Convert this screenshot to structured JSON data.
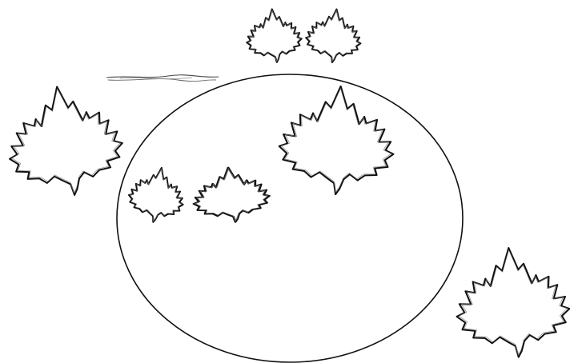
{
  "scene": {
    "background_color": "#ffffff",
    "stroke_color": "#111111",
    "ellipse": {
      "shape": "ellipse",
      "fill": "none"
    },
    "line_mark": {
      "shape": "sketchy-line"
    },
    "leaves": [
      {
        "icon": "maple-leaf-icon",
        "group": "outside-top"
      },
      {
        "icon": "maple-leaf-icon",
        "group": "outside-top"
      },
      {
        "icon": "maple-leaf-icon",
        "group": "outside-left"
      },
      {
        "icon": "maple-leaf-icon",
        "group": "inside-ellipse"
      },
      {
        "icon": "maple-leaf-icon",
        "group": "inside-ellipse"
      },
      {
        "icon": "maple-leaf-icon",
        "group": "inside-ellipse"
      },
      {
        "icon": "maple-leaf-icon",
        "group": "outside-bottom-right"
      }
    ]
  }
}
